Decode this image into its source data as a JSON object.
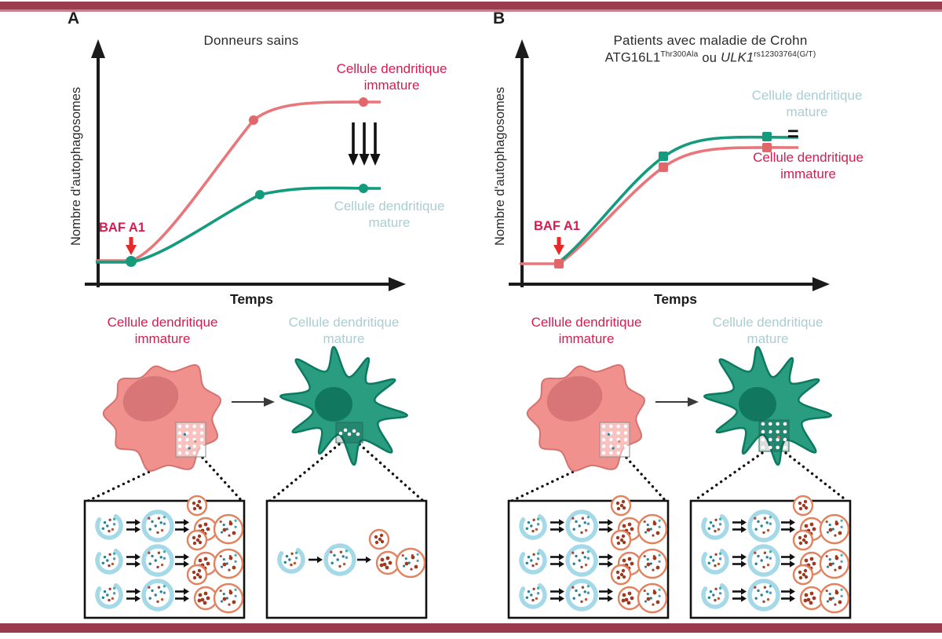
{
  "colors": {
    "border_bar": "#9b3c4e",
    "border_bar_light": "#c9818d",
    "red_label": "#d81b51",
    "immature_curve": "#e8767a",
    "mature_curve": "#149a7d",
    "mature_label_text": "#a9ced4",
    "axis": "#1b1b1b",
    "baf_arrow": "#e8282a",
    "vesicle_blue": "#a5d9e8",
    "vesicle_orange": "#e2825f"
  },
  "panels": [
    {
      "label": "A",
      "title": "Donneurs sains",
      "graph": {
        "y_axis_label": "Nombre d'autophagosomes",
        "x_axis_label": "Temps",
        "baf_label": "BAF A1",
        "immature_curve_label": "Cellule dendritique immature",
        "mature_curve_label": "Cellule dendritique mature"
      },
      "cells": {
        "immature_label": "Cellule dendritique immature",
        "mature_label": "Cellule dendritique mature"
      },
      "boxes": {
        "immature": {
          "rows": 3,
          "arrow": "double"
        },
        "mature": {
          "rows": 1,
          "arrow": "single"
        }
      }
    },
    {
      "label": "B",
      "title_line1": "Patients avec maladie de Crohn",
      "title_gene": {
        "gene1": "ATG16L1",
        "sup1": "Thr300Ala",
        "connector": "ou",
        "gene2": "ULK1",
        "sup2": "rs12303764(G/T)"
      },
      "equals": "=",
      "graph": {
        "y_axis_label": "Nombre d'autophagosomes",
        "x_axis_label": "Temps",
        "baf_label": "BAF A1",
        "immature_curve_label": "Cellule dendritique immature",
        "mature_curve_label": "Cellule dendritique mature"
      },
      "cells": {
        "immature_label": "Cellule dendritique immature",
        "mature_label": "Cellule dendritique mature"
      },
      "boxes": {
        "immature": {
          "rows": 3,
          "arrow": "double"
        },
        "mature": {
          "rows": 3,
          "arrow": "double"
        }
      }
    }
  ]
}
